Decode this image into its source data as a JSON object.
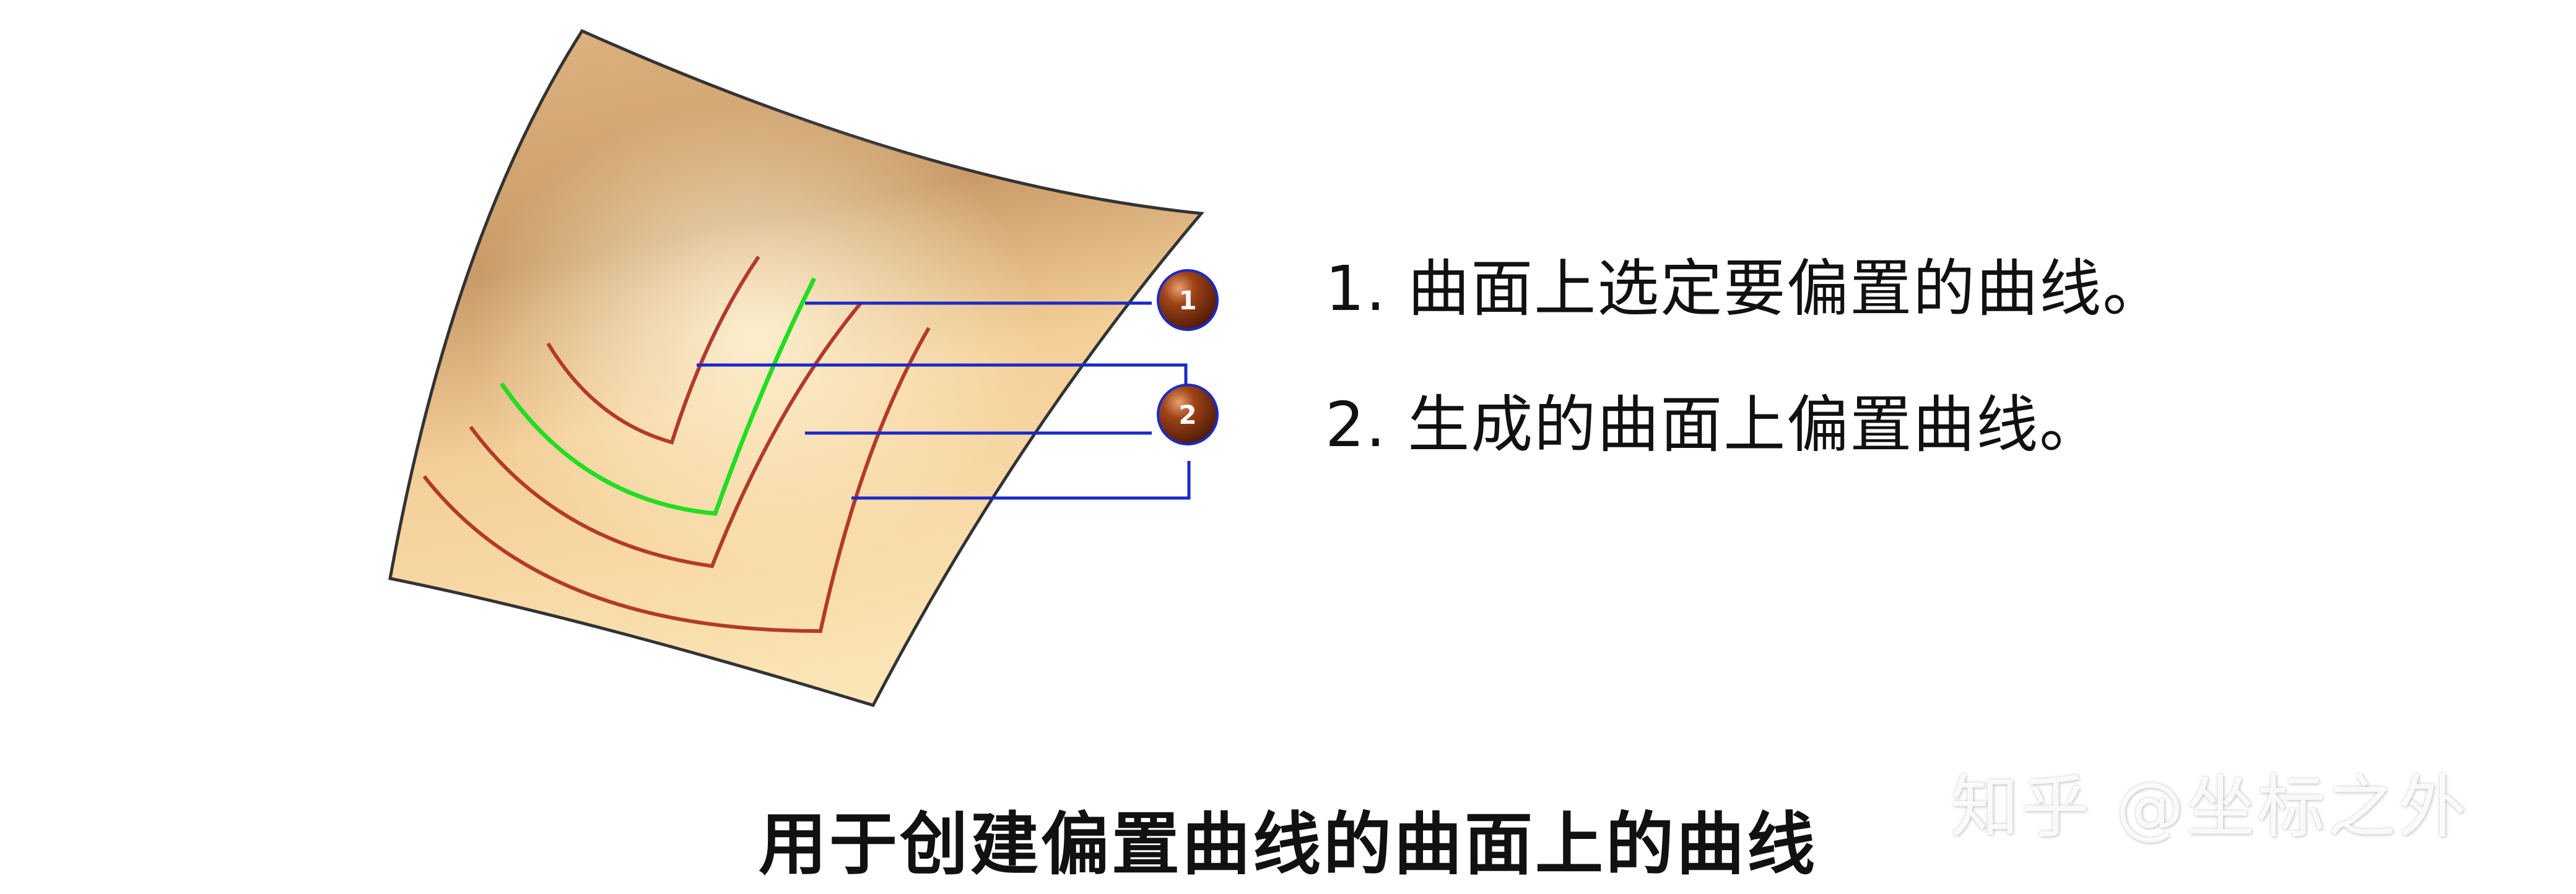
{
  "legend": {
    "item1": "1. 曲面上选定要偏置的曲线。",
    "item2": "2. 生成的曲面上偏置曲线。"
  },
  "callouts": [
    "1",
    "2"
  ],
  "caption": "用于创建偏置曲线的曲面上的曲线",
  "watermark": "知乎 @坐标之外",
  "colors": {
    "surface_light": "#fbe2b0",
    "surface_dark": "#d8aa76",
    "offset_curve": "#b33a2a",
    "selected_curve": "#22dd22",
    "leader_line": "#1a2ac8",
    "callout_ball": "#8a3510"
  }
}
